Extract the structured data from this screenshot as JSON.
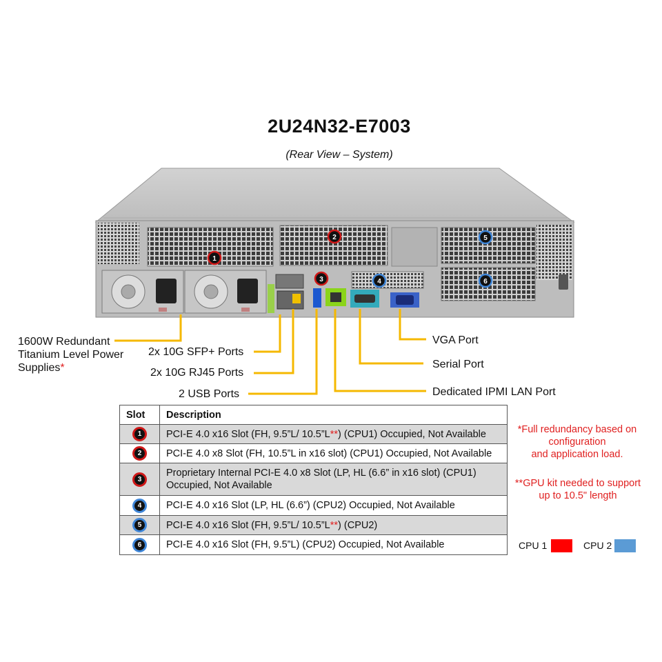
{
  "title": "2U24N32-E7003",
  "subtitle": "(Rear View – System)",
  "callouts": {
    "psu_line1": "1600W Redundant",
    "psu_line2": "Titanium Level Power",
    "psu_line3": "Supplies",
    "psu_mark": "*",
    "sfp": "2x 10G SFP+ Ports",
    "rj45": "2x 10G RJ45 Ports",
    "usb": "2 USB Ports",
    "vga": "VGA Port",
    "serial": "Serial Port",
    "ipmi": "Dedicated IPMI  LAN Port"
  },
  "table": {
    "header_slot": "Slot",
    "header_desc": "Description",
    "rows": [
      {
        "slot": "1",
        "cpu": "CPU 1",
        "desc_a": "PCI-E 4.0 x16 Slot (FH, 9.5”L/ 10.5”L",
        "mark": "**",
        "desc_b": ") (CPU1) Occupied, Not Available"
      },
      {
        "slot": "2",
        "cpu": "CPU 1",
        "desc": "PCI-E 4.0 x8 Slot (FH, 10.5”L in x16 slot) (CPU1) Occupied, Not Available"
      },
      {
        "slot": "3",
        "cpu": "CPU 1",
        "desc_l1": "Proprietary Internal PCI-E 4.0 x8 Slot (LP, HL (6.6” in x16 slot) (CPU1)",
        "desc_l2": "Occupied, Not Available"
      },
      {
        "slot": "4",
        "cpu": "CPU 2",
        "desc": "PCI-E 4.0 x16 Slot (LP, HL (6.6”) (CPU2) Occupied, Not Available"
      },
      {
        "slot": "5",
        "cpu": "CPU 2",
        "desc_a": "PCI-E 4.0 x16 Slot (FH, 9.5”L/ 10.5”L",
        "mark": "**",
        "desc_b": ") (CPU2)"
      },
      {
        "slot": "6",
        "cpu": "CPU 2",
        "desc": "PCI-E 4.0 x16 Slot (FH, 9.5”L) (CPU2) Occupied, Not Available"
      }
    ]
  },
  "notes": {
    "n1_l1": "*Full redundancy based on",
    "n1_l2": "configuration",
    "n1_l3": "and application load.",
    "n2_l1": "**GPU kit needed to support",
    "n2_l2": "up to 10.5\" length"
  },
  "legend": {
    "cpu1_label": "CPU 1",
    "cpu1_color": "#ff0000",
    "cpu2_label": "CPU 2",
    "cpu2_color": "#5b9bd5"
  },
  "colors": {
    "callout_line": "#f5b800",
    "cpu1_ring": "#d01818",
    "cpu2_ring": "#3f86d8"
  }
}
